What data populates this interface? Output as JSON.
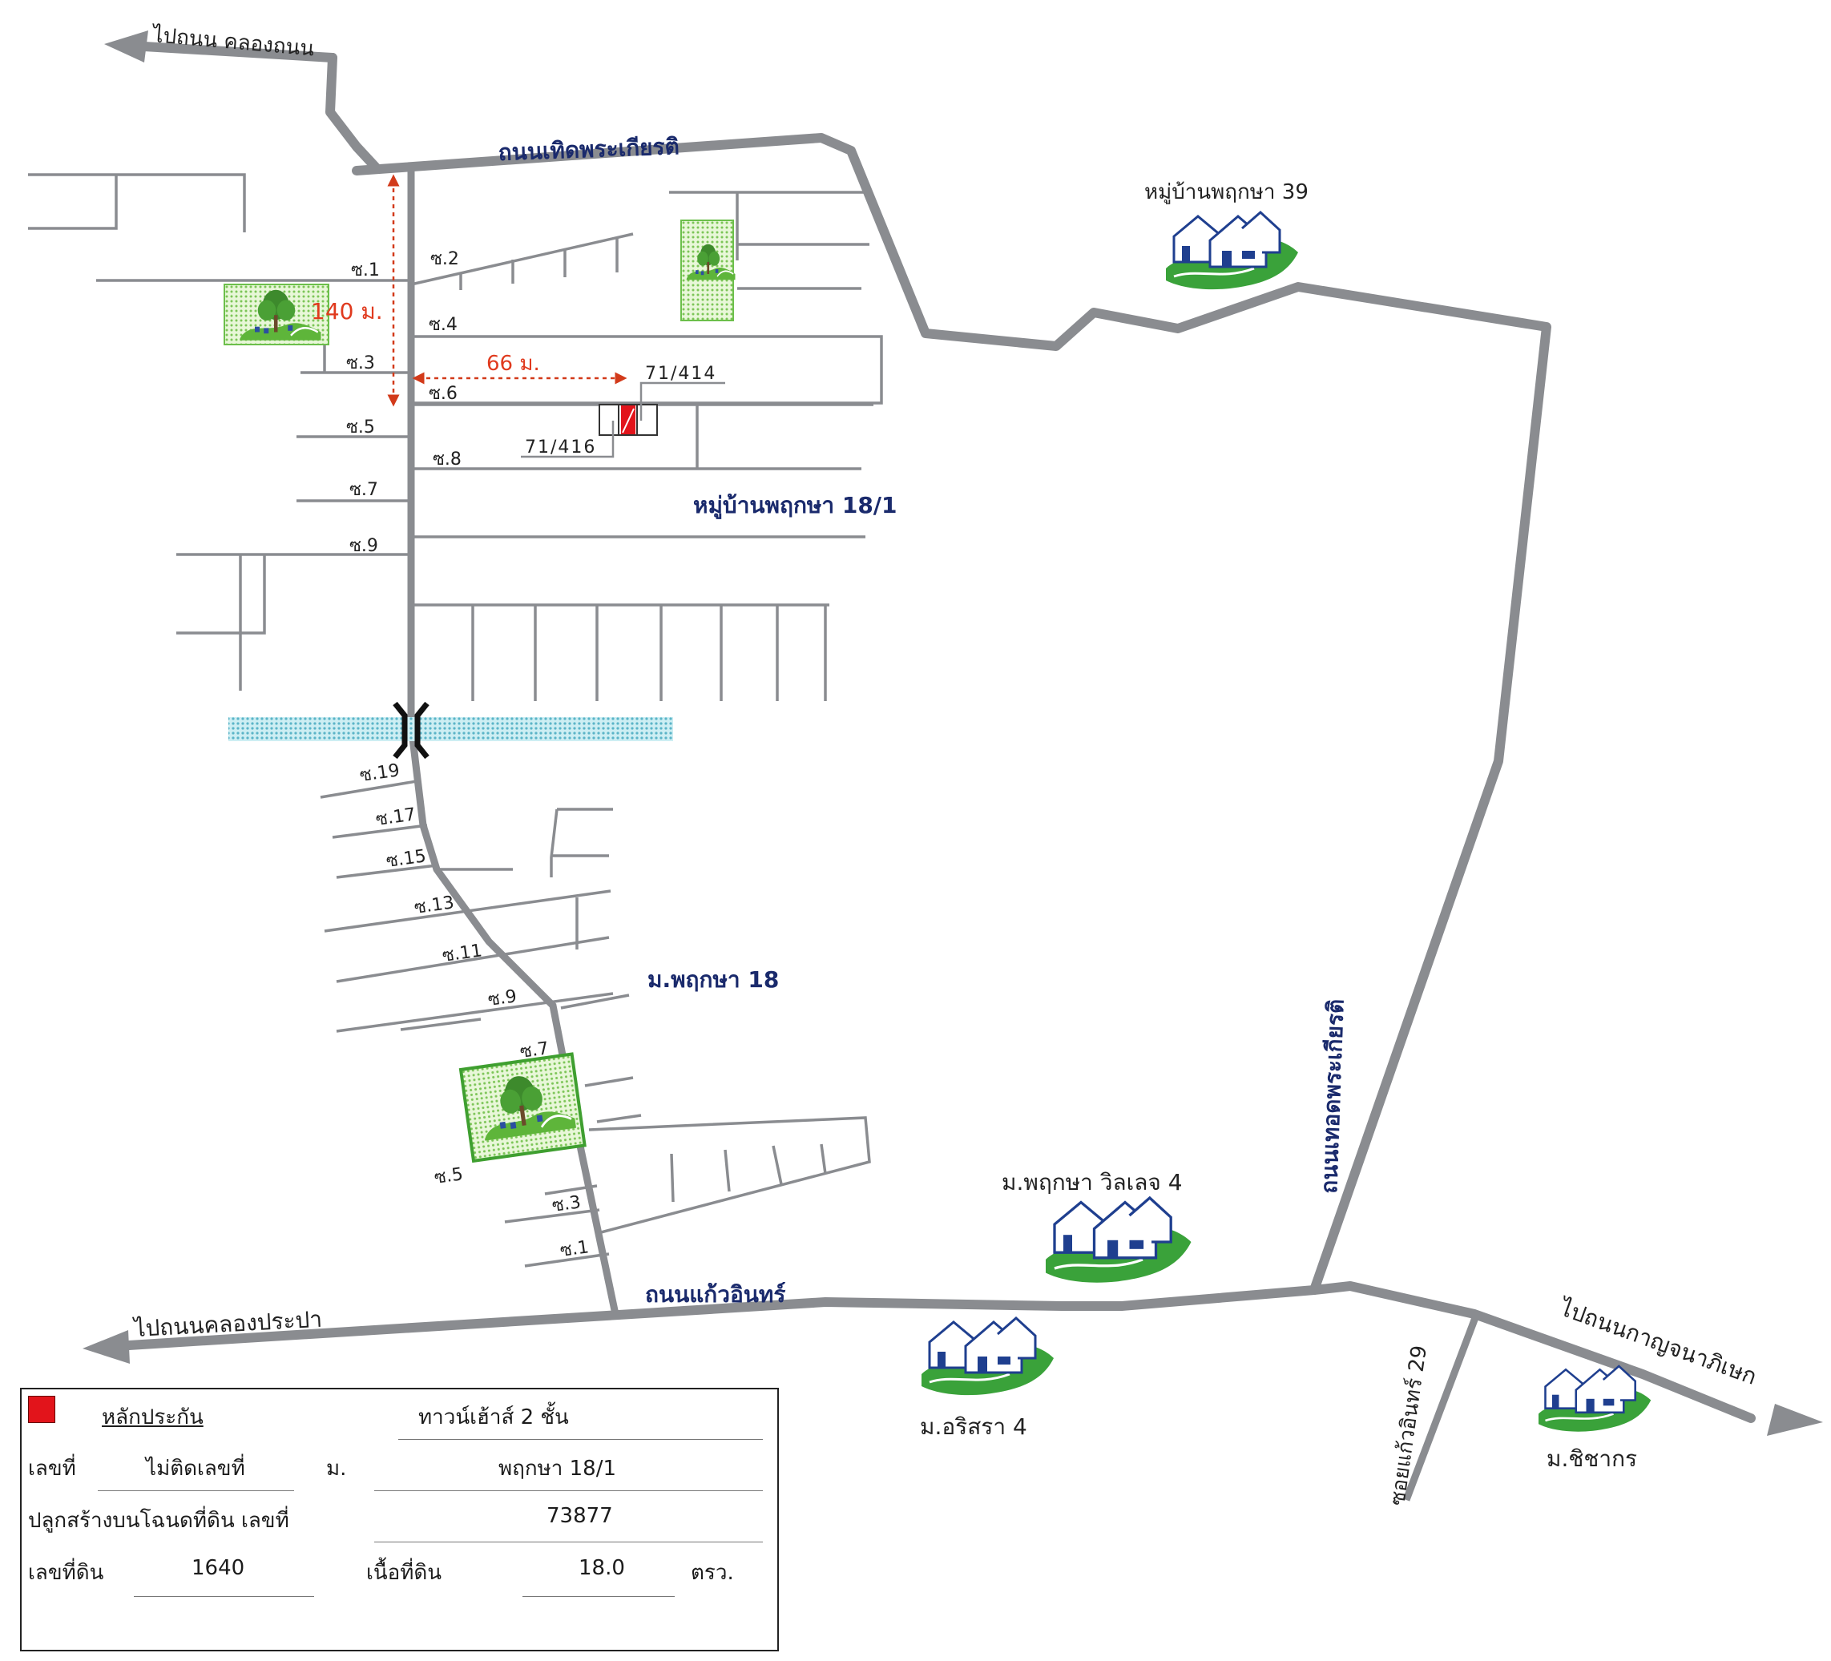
{
  "colors": {
    "road": "#8a8c90",
    "label_navy": "#1a2a6c",
    "distance_red": "#e03a1e",
    "collateral_marker": "#e2141b",
    "park_green": "#6cbf4b",
    "canal_blue": "#7ec8d8",
    "house_blue": "#1f3f8f"
  },
  "directions": {
    "to_khlong_thanon": "ไปถนน คลองถนน",
    "to_khlong_prapa": "ไปถนนคลองประปา",
    "to_kanchanaphisek": "ไปถนนกาญจนาภิเษก"
  },
  "roads": {
    "thoet_phra_kiat_top": "ถนนเทิดพระเกียรติ",
    "thoet_phra_kiat_side": "ถนนเทอดพระเกียรติ",
    "kaeo_in": "ถนนแก้วอินทร์",
    "soi_kaeo_in_29": "ซอยแก้วอินทร์ 29"
  },
  "villages": {
    "pruksa_39": "หมู่บ้านพฤกษา 39",
    "pruksa_18_1": "หมู่บ้านพฤกษา 18/1",
    "pruksa_18": "ม.พฤกษา 18",
    "pruksa_village_4": "ม.พฤกษา วิลเลจ 4",
    "arisara_4": "ม.อริสรา 4",
    "chichakorn": "ม.ชิชากร"
  },
  "distances": {
    "vertical": "140 ม.",
    "horizontal": "66 ม."
  },
  "houses": {
    "h414": "71/414",
    "h416": "71/416"
  },
  "soi_labels": {
    "s1": "ซ.1",
    "s2": "ซ.2",
    "s3": "ซ.3",
    "s4": "ซ.4",
    "s5": "ซ.5",
    "s6": "ซ.6",
    "s7": "ซ.7",
    "s8": "ซ.8",
    "s9": "ซ.9",
    "s19": "ซ.19",
    "s17": "ซ.17",
    "s15": "ซ.15",
    "s13": "ซ.13",
    "s11": "ซ.11",
    "s9b": "ซ.9",
    "s7b": "ซ.7",
    "s5b": "ซ.5",
    "s3b": "ซ.3",
    "s1b": "ซ.1"
  },
  "legend": {
    "collateral_label": "หลักประกัน",
    "property_type": "ทาวน์เฮ้าส์ 2 ชั้น",
    "house_no_label": "เลขที่",
    "house_no_value": "ไม่ติดเลขที่",
    "village_label": "ม.",
    "village_value": "พฤกษา 18/1",
    "title_deed_label": "ปลูกสร้างบนโฉนดที่ดิน เลขที่",
    "title_deed_value": "73877",
    "land_no_label": "เลขที่ดิน",
    "land_no_value": "1640",
    "area_label": "เนื้อที่ดิน",
    "area_value": "18.0",
    "area_unit": "ตรว."
  }
}
